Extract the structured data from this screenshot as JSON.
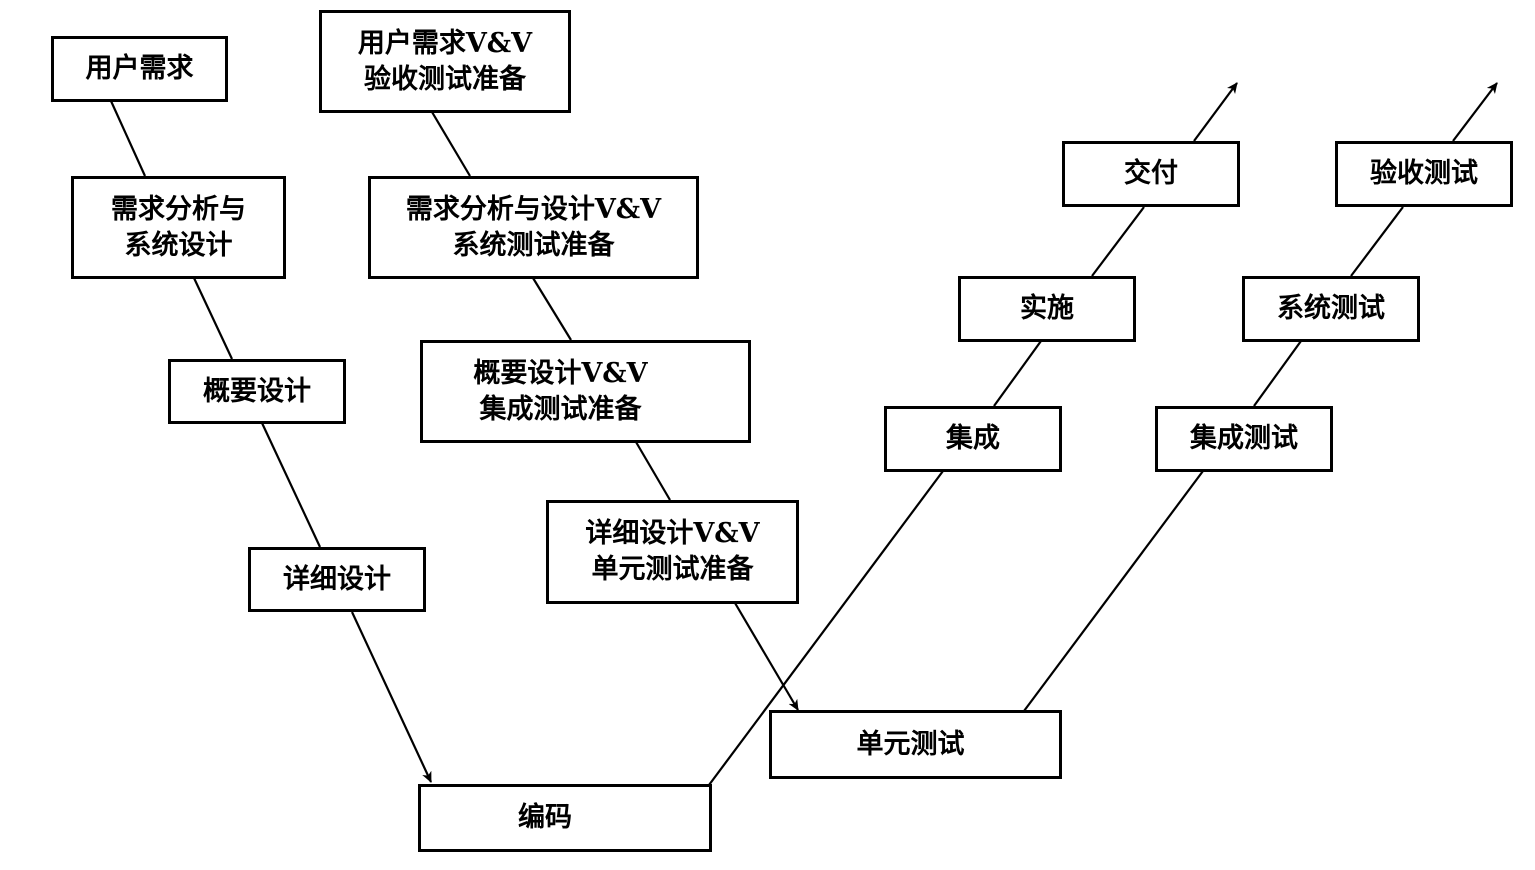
{
  "diagram": {
    "type": "V-model software development lifecycle",
    "colors": {
      "line": "#000000",
      "box_border": "#000000",
      "background": "#ffffff",
      "text": "#000000"
    },
    "nodes": {
      "user_req": {
        "lines": [
          "用户需求"
        ]
      },
      "req_analysis": {
        "lines": [
          "需求分析与",
          "系统设计"
        ]
      },
      "prelim_design": {
        "lines": [
          "概要设计"
        ]
      },
      "detail_design": {
        "lines": [
          "详细设计"
        ]
      },
      "coding": {
        "lines": [
          "编码"
        ]
      },
      "vv_user_req": {
        "lines": [
          "用户需求V&V",
          "验收测试准备"
        ]
      },
      "vv_req": {
        "lines": [
          "需求分析与设计V&V",
          "系统测试准备"
        ]
      },
      "vv_prelim": {
        "lines": [
          "概要设计V&V",
          "集成测试准备"
        ]
      },
      "vv_detail": {
        "lines": [
          "详细设计V&V",
          "单元测试准备"
        ]
      },
      "unit_test": {
        "lines": [
          "单元测试"
        ]
      },
      "integration": {
        "lines": [
          "集成"
        ]
      },
      "implementation": {
        "lines": [
          "实施"
        ]
      },
      "delivery": {
        "lines": [
          "交付"
        ]
      },
      "integ_test": {
        "lines": [
          "集成测试"
        ]
      },
      "system_test": {
        "lines": [
          "系统测试"
        ]
      },
      "accept_test": {
        "lines": [
          "验收测试"
        ]
      }
    },
    "edges": [
      {
        "from": "user_req",
        "to": "req_analysis",
        "arrow": false
      },
      {
        "from": "req_analysis",
        "to": "prelim_design",
        "arrow": false
      },
      {
        "from": "prelim_design",
        "to": "detail_design",
        "arrow": false
      },
      {
        "from": "detail_design",
        "to": "coding",
        "arrow": true
      },
      {
        "from": "vv_user_req",
        "to": "vv_req",
        "arrow": false
      },
      {
        "from": "vv_req",
        "to": "vv_prelim",
        "arrow": false
      },
      {
        "from": "vv_prelim",
        "to": "vv_detail",
        "arrow": false
      },
      {
        "from": "vv_detail",
        "to": "unit_test",
        "arrow": true
      },
      {
        "from": "coding",
        "to": "integration",
        "arrow": false
      },
      {
        "from": "integration",
        "to": "implementation",
        "arrow": false
      },
      {
        "from": "implementation",
        "to": "delivery",
        "arrow": false
      },
      {
        "from": "delivery",
        "to": "out",
        "arrow": true
      },
      {
        "from": "unit_test",
        "to": "integ_test",
        "arrow": false
      },
      {
        "from": "integ_test",
        "to": "system_test",
        "arrow": false
      },
      {
        "from": "system_test",
        "to": "accept_test",
        "arrow": false
      },
      {
        "from": "accept_test",
        "to": "out",
        "arrow": true
      }
    ]
  }
}
